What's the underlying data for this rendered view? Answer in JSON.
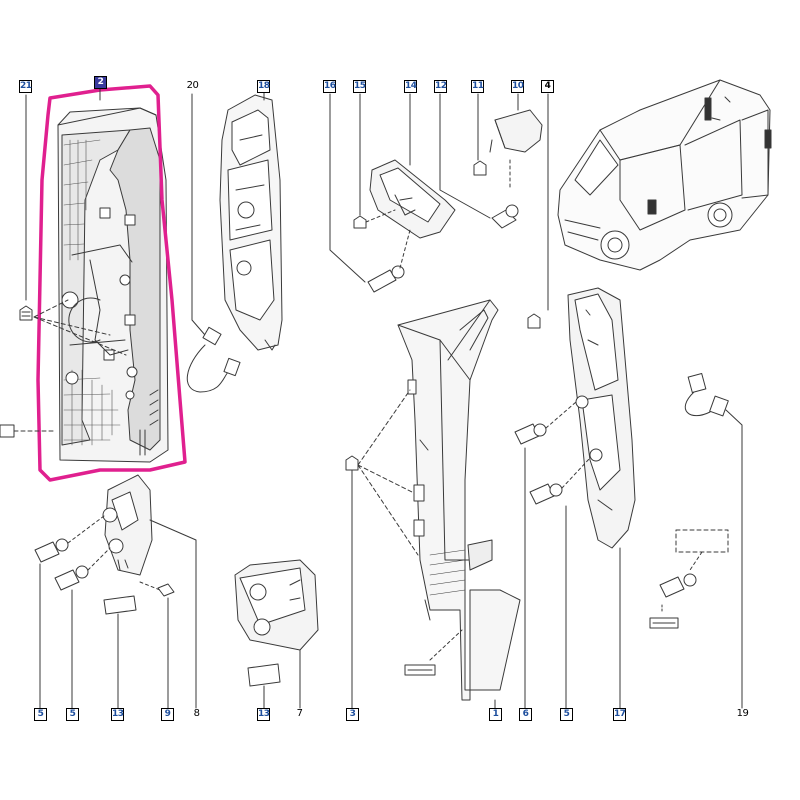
{
  "callouts": [
    {
      "id": "c21",
      "text": "21",
      "style": "boxed"
    },
    {
      "id": "c2",
      "text": "2",
      "style": "selected"
    },
    {
      "id": "c20",
      "text": "20",
      "style": "plain"
    },
    {
      "id": "c18",
      "text": "18",
      "style": "boxed"
    },
    {
      "id": "c16",
      "text": "16",
      "style": "boxed"
    },
    {
      "id": "c15",
      "text": "15",
      "style": "boxed"
    },
    {
      "id": "c14",
      "text": "14",
      "style": "boxed"
    },
    {
      "id": "c12",
      "text": "12",
      "style": "boxed"
    },
    {
      "id": "c11",
      "text": "11",
      "style": "boxed"
    },
    {
      "id": "c10",
      "text": "10",
      "style": "boxed"
    },
    {
      "id": "c4",
      "text": "4",
      "style": "boxed-dark"
    },
    {
      "id": "c5a",
      "text": "5",
      "style": "boxed"
    },
    {
      "id": "c5b",
      "text": "5",
      "style": "boxed"
    },
    {
      "id": "c13a",
      "text": "13",
      "style": "boxed"
    },
    {
      "id": "c9",
      "text": "9",
      "style": "boxed"
    },
    {
      "id": "c8",
      "text": "8",
      "style": "plain"
    },
    {
      "id": "c13b",
      "text": "13",
      "style": "boxed"
    },
    {
      "id": "c7",
      "text": "7",
      "style": "plain"
    },
    {
      "id": "c3",
      "text": "3",
      "style": "boxed"
    },
    {
      "id": "c1",
      "text": "1",
      "style": "boxed"
    },
    {
      "id": "c6",
      "text": "6",
      "style": "boxed"
    },
    {
      "id": "c5c",
      "text": "5",
      "style": "boxed"
    },
    {
      "id": "c17",
      "text": "17",
      "style": "boxed"
    },
    {
      "id": "c19",
      "text": "19",
      "style": "plain"
    }
  ],
  "colors": {
    "line": "#3a3a3a",
    "highlight": "#e0208f",
    "callout_text": "#1e4f9e",
    "selected_fill": "#3a3a9e"
  }
}
